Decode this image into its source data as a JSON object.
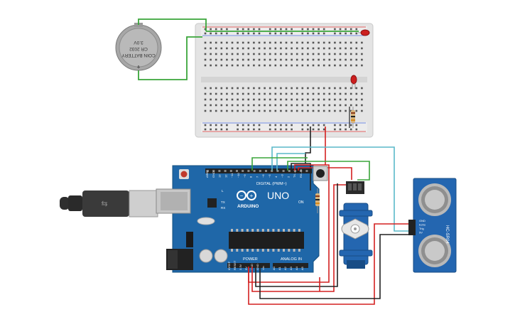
{
  "battery": {
    "line1": "COIN BATTERY",
    "line2": "CR 2032",
    "line3": "3.0V",
    "plus": "+",
    "minus": "-"
  },
  "arduino": {
    "model": "UNO",
    "brand": "ARDUINO",
    "digital_label": "DIGITAL (PWM~)",
    "power_label": "POWER",
    "analog_label": "ANALOG IN",
    "on_label": "ON",
    "tx_label": "TX",
    "rx_label": "RX",
    "l_label": "L",
    "digital_pins": [
      "AREF",
      "GND",
      "13",
      "12",
      "~11",
      "~10",
      "~9",
      "8",
      "7",
      "~6",
      "~5",
      "4",
      "~3",
      "2",
      "TX→1",
      "RX←0"
    ],
    "power_pins": [
      "IOREF",
      "RESET",
      "3.3V",
      "5V",
      "GND",
      "GND",
      "Vin"
    ],
    "analog_pins": [
      "A0",
      "A1",
      "A2",
      "A3",
      "A4",
      "A5"
    ]
  },
  "sensor": {
    "model": "HC-SR04",
    "pins": [
      "GND",
      "Echo",
      "Trig",
      "5V"
    ]
  },
  "colors": {
    "board_blue": "#1f67a8",
    "wire_green": "#3aa53a",
    "wire_red": "#d42020",
    "wire_black": "#222222",
    "wire_cyan": "#5ab9c9",
    "servo_blue": "#2466b0"
  }
}
